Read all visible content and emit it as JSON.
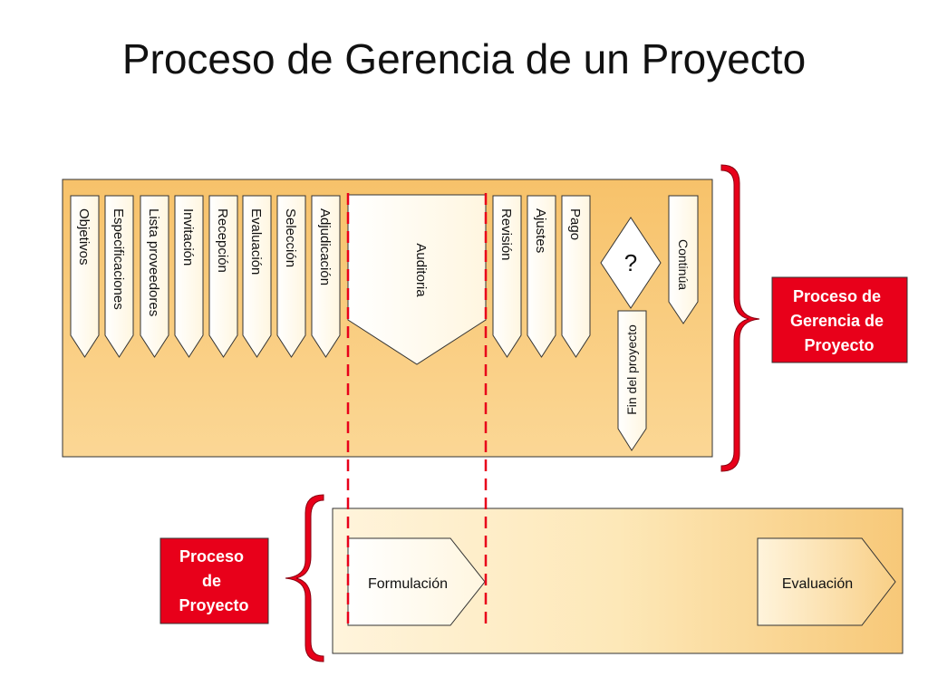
{
  "title": "Proceso de Gerencia de un Proyecto",
  "management_process": {
    "steps": [
      "Objetivos",
      "Especificaciones",
      "Lista proveedores",
      "Invitación",
      "Recepción",
      "Evaluación",
      "Selección",
      "Adjudicación"
    ],
    "audit_label": "Auditoria",
    "late_steps": [
      "Revisión",
      "Ajustes",
      "Pago"
    ],
    "decision_symbol": "?",
    "end_label": "Fin del proyecto",
    "continue_label": "Continúa",
    "bracket_label": [
      "Proceso de",
      "Gerencia de",
      "Proyecto"
    ]
  },
  "project_process": {
    "phases": [
      "Formulación",
      "Evaluación"
    ],
    "bracket_label": [
      "Proceso",
      "de",
      "Proyecto"
    ]
  },
  "colors": {
    "panel_top": "#f6c46e",
    "panel_light": "#fde6b6",
    "accent_red": "#e8001a",
    "dashed_line": "#e8001a"
  }
}
